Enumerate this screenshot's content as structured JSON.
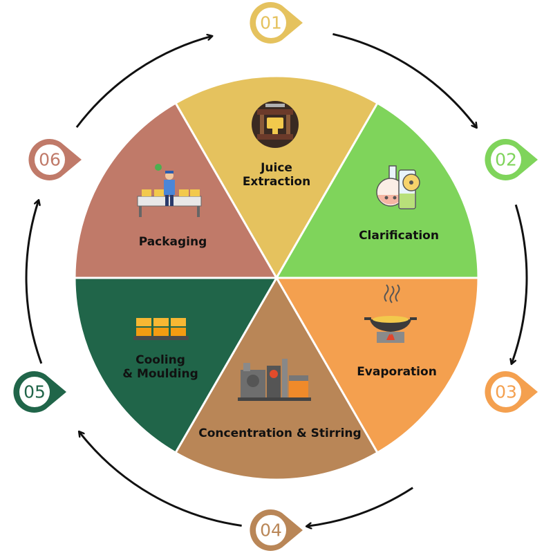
{
  "diagram": {
    "segments": [
      {
        "id": "juice-extraction",
        "lines": [
          "Juice",
          "Extraction"
        ],
        "color": "#e5c25e",
        "icon": "press-icon"
      },
      {
        "id": "clarification",
        "lines": [
          "Clarification"
        ],
        "color": "#7fd45b",
        "icon": "flask-icon"
      },
      {
        "id": "evaporation",
        "lines": [
          "Evaporation"
        ],
        "color": "#f4a04f",
        "icon": "wok-icon"
      },
      {
        "id": "concentration-stirring",
        "lines": [
          "Concentration & Stirring"
        ],
        "color": "#b98657",
        "icon": "factory-icon"
      },
      {
        "id": "cooling-moulding",
        "lines": [
          "Cooling",
          "& Moulding"
        ],
        "color": "#206549",
        "icon": "mould-tray-icon"
      },
      {
        "id": "packaging",
        "lines": [
          "Packaging"
        ],
        "color": "#c07a69",
        "icon": "packer-icon"
      }
    ],
    "markers": [
      {
        "number": "01",
        "color": "#e5c25e"
      },
      {
        "number": "02",
        "color": "#7fd45b"
      },
      {
        "number": "03",
        "color": "#f4a04f"
      },
      {
        "number": "04",
        "color": "#b98657"
      },
      {
        "number": "05",
        "color": "#206549"
      },
      {
        "number": "06",
        "color": "#c07a69"
      }
    ],
    "arrow_color": "#111111"
  }
}
